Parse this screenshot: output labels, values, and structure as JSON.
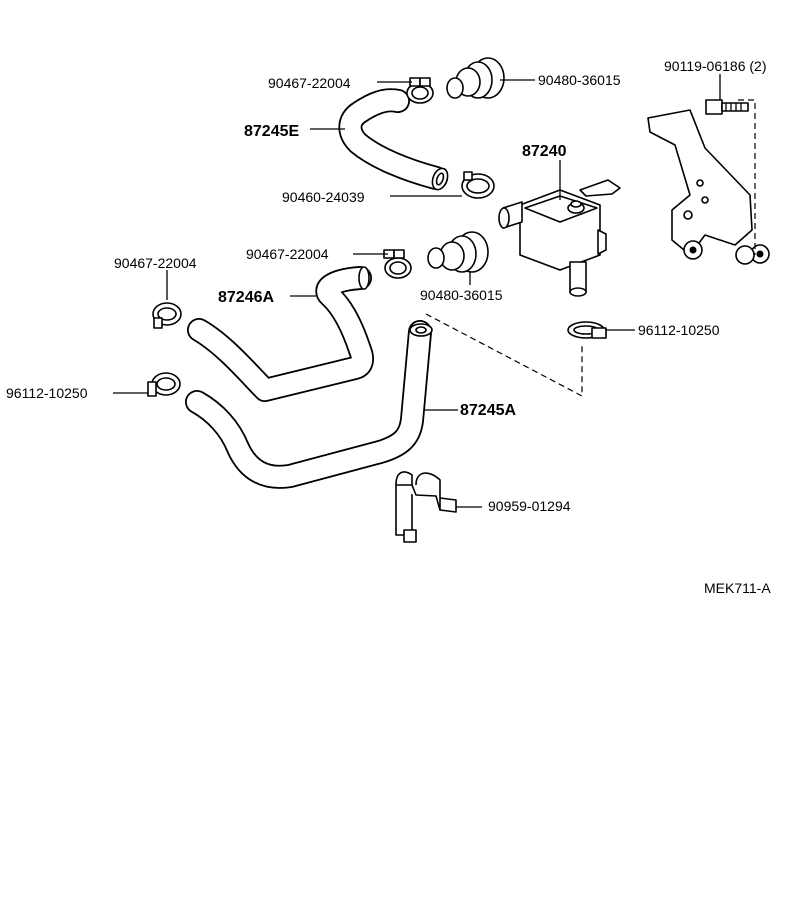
{
  "diagram_id": "MEK711-A",
  "labels": {
    "clamp_top": "90467-22004",
    "grommet_top": "90480-36015",
    "hose_e": "87245E",
    "clamp_mid": "90460-24039",
    "valve": "87240",
    "bolt": "90119-06186 (2)",
    "clamp_left": "90467-22004",
    "clamp_2": "90467-22004",
    "hose_a_top": "87246A",
    "grommet_2": "90480-36015",
    "clamp_right": "96112-10250",
    "clamp_lower_left": "96112-10250",
    "hose_a": "87245A",
    "clip": "90959-01294"
  }
}
